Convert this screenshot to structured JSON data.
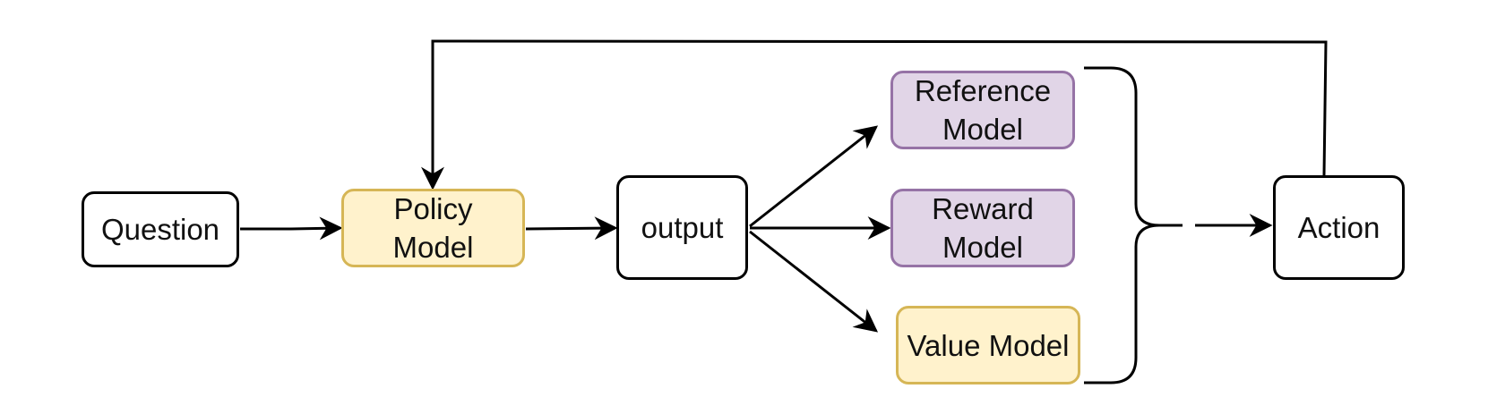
{
  "diagram": {
    "nodes": {
      "question": {
        "label": "Question",
        "color": "#ffffff",
        "border": "#000000"
      },
      "policy_model": {
        "label": "Policy\nModel",
        "color": "#fff2cc",
        "border": "#d6b656"
      },
      "output": {
        "label": "output",
        "color": "#ffffff",
        "border": "#000000"
      },
      "reference_model": {
        "label": "Reference\nModel",
        "color": "#e1d5e7",
        "border": "#9673a6"
      },
      "reward_model": {
        "label": "Reward\nModel",
        "color": "#e1d5e7",
        "border": "#9673a6"
      },
      "value_model": {
        "label": "Value Model",
        "color": "#fff2cc",
        "border": "#d6b656"
      },
      "action": {
        "label": "Action",
        "color": "#ffffff",
        "border": "#000000"
      }
    },
    "edges": [
      {
        "from": "Question",
        "to": "Policy Model"
      },
      {
        "from": "Policy Model",
        "to": "output"
      },
      {
        "from": "output",
        "to": "Reference Model"
      },
      {
        "from": "output",
        "to": "Reward Model"
      },
      {
        "from": "output",
        "to": "Value Model"
      },
      {
        "from": "Reference Model / Reward Model / Value Model",
        "to": "Action",
        "style": "brace + dashed arrow"
      },
      {
        "from": "Action",
        "to": "Policy Model",
        "style": "feedback loop"
      }
    ]
  }
}
